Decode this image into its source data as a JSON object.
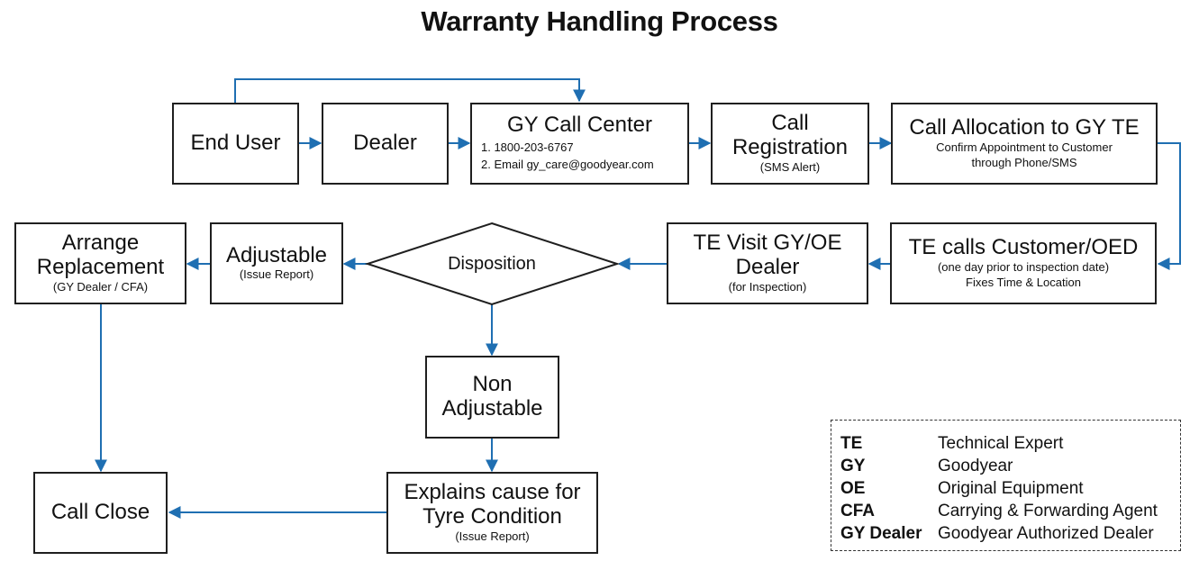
{
  "title": "Warranty Handling Process",
  "accent_color": "#1f6fb2",
  "nodes": {
    "end_user": {
      "label": "End User"
    },
    "dealer": {
      "label": "Dealer"
    },
    "call_center": {
      "label": "GY Call Center",
      "items": [
        "1.  1800-203-6767",
        "2.  Email gy_care@goodyear.com"
      ]
    },
    "call_registration": {
      "label_line1": "Call",
      "label_line2": "Registration",
      "note": "(SMS Alert)"
    },
    "call_allocation": {
      "label": "Call Allocation to GY TE",
      "note_line1": "Confirm Appointment to Customer",
      "note_line2": "through Phone/SMS"
    },
    "te_calls": {
      "label": "TE calls Customer/OED",
      "note_line1": "(one day prior to inspection date)",
      "note_line2": "Fixes Time & Location"
    },
    "te_visit": {
      "label_line1": "TE Visit GY/OE",
      "label_line2": "Dealer",
      "note": "(for Inspection)"
    },
    "disposition": {
      "label": "Disposition"
    },
    "adjustable": {
      "label": "Adjustable",
      "note": "(Issue Report)"
    },
    "arrange_replacement": {
      "label_line1": "Arrange",
      "label_line2": "Replacement",
      "note": "(GY Dealer /  CFA)"
    },
    "non_adjustable": {
      "label_line1": "Non",
      "label_line2": "Adjustable"
    },
    "explains_cause": {
      "label_line1": "Explains cause for",
      "label_line2": "Tyre Condition",
      "note": "(Issue Report)"
    },
    "call_close": {
      "label": "Call Close"
    }
  },
  "legend": [
    {
      "abbr": "TE",
      "meaning": "Technical Expert"
    },
    {
      "abbr": "GY",
      "meaning": "Goodyear"
    },
    {
      "abbr": "OE",
      "meaning": "Original Equipment"
    },
    {
      "abbr": "CFA",
      "meaning": "Carrying & Forwarding Agent"
    },
    {
      "abbr": "GY Dealer",
      "meaning": "Goodyear Authorized Dealer"
    }
  ]
}
